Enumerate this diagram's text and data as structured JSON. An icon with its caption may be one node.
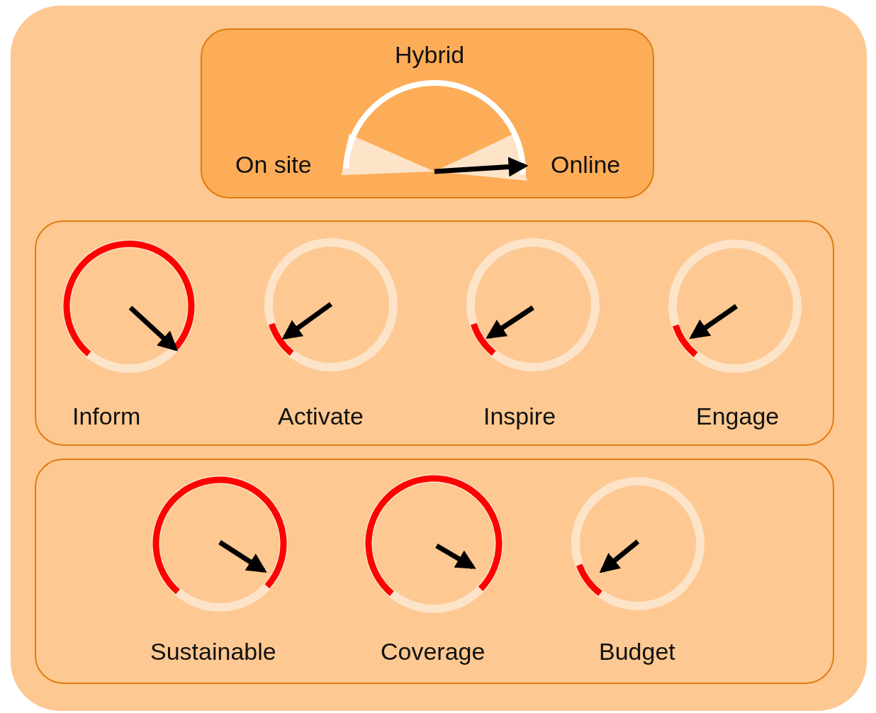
{
  "diagram": {
    "nodes": [
      {
        "text": [],
        "shape": "box"
      },
      {
        "text": [
          "Hybrid",
          "On site",
          "Online"
        ],
        "in": 0
      },
      {
        "text": [],
        "shape": "box",
        "in": 0
      },
      {
        "text": [
          "Inform"
        ],
        "in": 2
      },
      {
        "text": [
          "Activate"
        ],
        "in": 2
      },
      {
        "text": [
          "Inspire"
        ],
        "in": 2
      },
      {
        "text": [
          "Engage"
        ],
        "in": 2
      },
      {
        "text": [],
        "shape": "box",
        "in": 0
      },
      {
        "text": [
          "Sustainable"
        ],
        "in": 7
      },
      {
        "text": [
          "Coverage"
        ],
        "in": 7
      },
      {
        "text": [
          "Budget"
        ],
        "in": 7
      }
    ]
  }
}
